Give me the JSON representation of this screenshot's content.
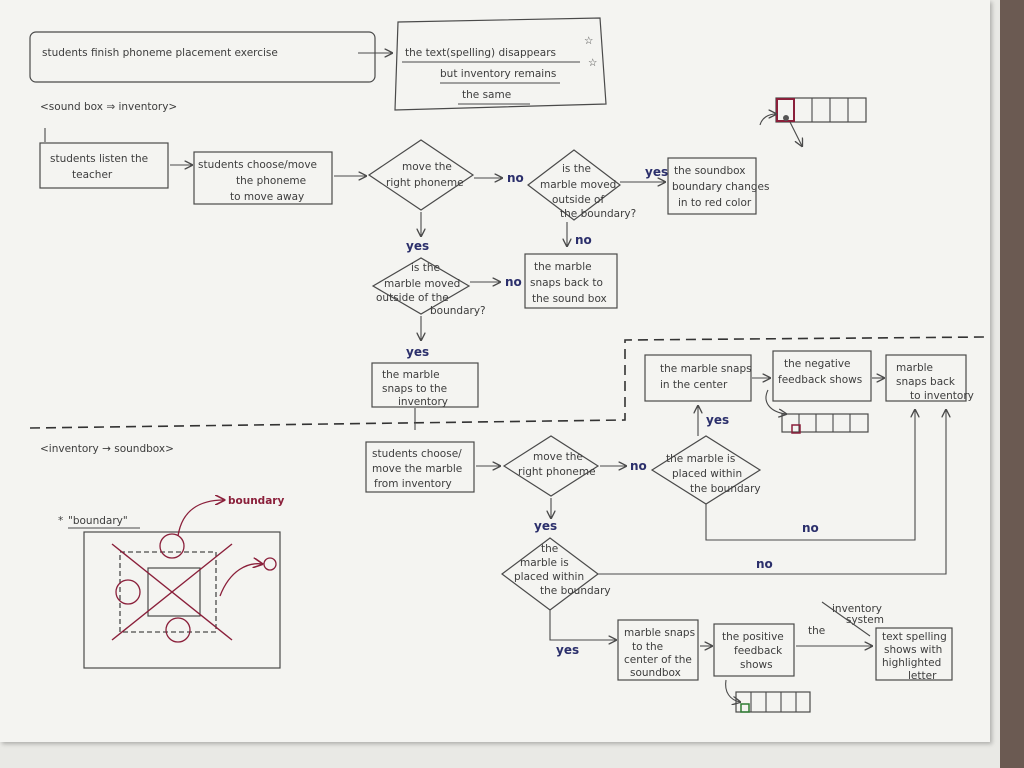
{
  "title_banner": {
    "left": "students finish phoneme placement exercise",
    "right": [
      "the text(spelling) disappears",
      "but inventory remains",
      "the same"
    ]
  },
  "sections": {
    "top": "<sound box ⇒ inventory>",
    "bottom": "<inventory → soundbox>"
  },
  "top_flow": {
    "b1": [
      "students listen the",
      "teacher"
    ],
    "b2": [
      "students choose/move",
      "the phoneme",
      "to move away"
    ],
    "d1": [
      "move the",
      "right phoneme"
    ],
    "d2": [
      "is the",
      "marble moved",
      "outside of",
      "the boundary?"
    ],
    "b3": [
      "the soundbox",
      "boundary changes",
      "in to red color"
    ],
    "d3": [
      "is the",
      "marble moved",
      "outside of the",
      "boundary?"
    ],
    "b4": [
      "the marble",
      "snaps back to",
      "the sound box"
    ],
    "b5": [
      "the marble",
      "snaps to the",
      "inventory"
    ]
  },
  "bottom_flow": {
    "b6": [
      "students choose/",
      "move the marble",
      "from inventory"
    ],
    "d4": [
      "move the",
      "right phoneme"
    ],
    "d5": [
      "the marble is",
      "placed within",
      "the boundary"
    ],
    "b7": [
      "the marble snaps",
      "in the center"
    ],
    "b8": [
      "the negative",
      "feedback shows"
    ],
    "b9": [
      "marble",
      "snaps back",
      "to inventory"
    ],
    "d6": [
      "the",
      "marble is",
      "placed within",
      "the boundary"
    ],
    "b10": [
      "marble snaps",
      "to the",
      "center of the",
      "soundbox"
    ],
    "b11": [
      "the positive",
      "feedback",
      "shows"
    ],
    "b12": [
      "text spelling",
      "shows with",
      "highlighted",
      "letter"
    ],
    "struck": [
      "the",
      "inventory",
      "system"
    ]
  },
  "labels": {
    "yes": "yes",
    "no": "no"
  },
  "boundary_sketch": {
    "label": "\"boundary\"",
    "marker": "*",
    "annotation": "boundary"
  },
  "colors": {
    "ink": "#3d3d3d",
    "pen_blue": "#2b2f6b",
    "red_pen": "#8a1f3a",
    "paper": "#f4f4f1"
  }
}
